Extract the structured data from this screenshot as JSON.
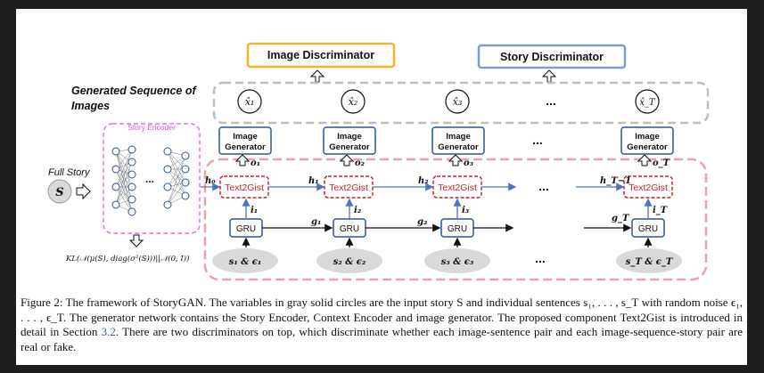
{
  "diagram": {
    "image_discriminator": "Image Discriminator",
    "story_discriminator": "Story Discriminator",
    "generated_sequence_line1": "Generated Sequence of",
    "generated_sequence_line2": "Images",
    "story_encoder": "Story Encoder",
    "full_story": "Full Story",
    "story_symbol": "S",
    "text2gist": "Text2Gist",
    "gru": "GRU",
    "image_generator_line1": "Image",
    "image_generator_line2": "Generator",
    "ellipsis": "...",
    "kl_formula": "KL(𝒩(μ(S), diag(σ²(S)))||𝒩(0, I))",
    "outputs": [
      "x̂₁",
      "x̂₂",
      "x̂₃",
      "x̂_T"
    ],
    "o_labels": [
      "o₁",
      "o₂",
      "o₃",
      "o_T"
    ],
    "h_labels": [
      "h₀",
      "h₁",
      "h₂",
      "h_T−1"
    ],
    "i_labels": [
      "i₁",
      "i₂",
      "i₃",
      "i_T"
    ],
    "g_labels": [
      "g₁",
      "g₂",
      "g_T"
    ],
    "inputs": [
      "s₁ & ϵ₁",
      "s₂ & ϵ₂",
      "s₃ & ϵ₃",
      "s_T & ϵ_T"
    ]
  },
  "caption": {
    "part1": "Figure 2: The framework of StoryGAN. The variables in gray solid circles are the input story S and individual sentences s₁, . . . , s_T with random noise ϵ₁, . . . , ϵ_T. The generator network contains the Story Encoder, Context Encoder and image generator. The proposed component Text2Gist is introduced in detail in Section ",
    "section_ref": "3.2",
    "part2": ". There are two discriminators on top, which discriminate whether each image-sentence pair and each image-sequence-story pair are real or fake."
  },
  "colors": {
    "image_discriminator_border": "#f2b52a",
    "story_discriminator_border": "#7a9cd0",
    "story_encoder_border": "#e773e0",
    "text2gist_border": "#c0282a",
    "context_region_border": "#f0a0a8",
    "generator_border": "#2f5597",
    "arrow_blue": "#4a74c4",
    "input_fill": "#d9d9d9"
  }
}
